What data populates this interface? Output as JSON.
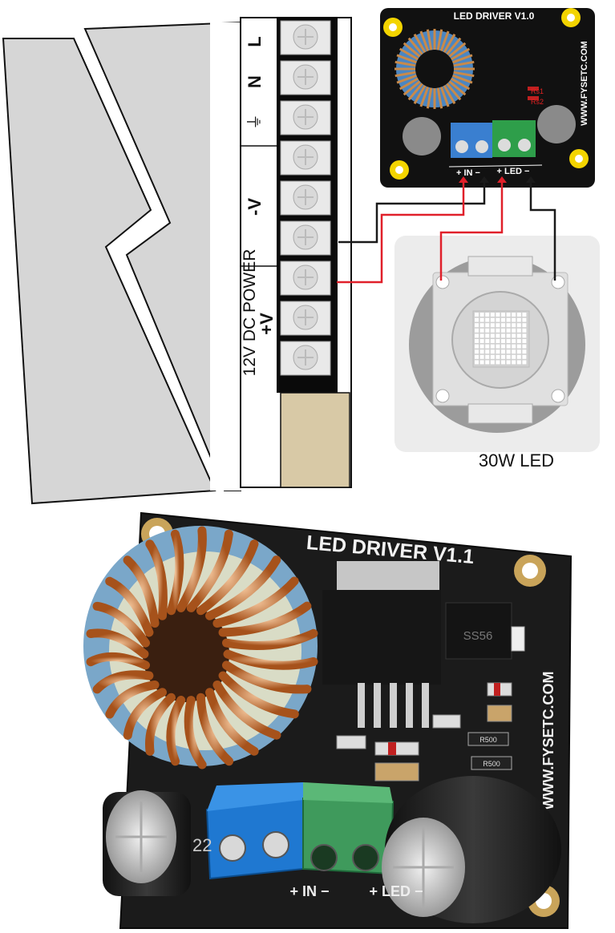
{
  "diagram": {
    "power_supply": {
      "title": "12V DC POWER",
      "terminal_labels": [
        "L",
        "N",
        "⏚",
        "-V",
        "+V"
      ]
    },
    "driver_board": {
      "title": "LED DRIVER V1.0",
      "website": "WWW.FYSETC.COM",
      "resistor_labels": [
        "Rs1",
        "Rs2"
      ],
      "input_label": "+ IN −",
      "output_label": "+ LED −"
    },
    "led": {
      "caption": "30W LED"
    },
    "wire_colors": {
      "positive": "#e0202a",
      "negative": "#1a1a1a"
    }
  },
  "photo": {
    "board_title": "LED DRIVER V1.1",
    "website": "WWW.FYSETC.COM",
    "resistor_labels": [
      "R500",
      "R500"
    ],
    "chip_label": "SS56",
    "input_label": "+ IN −",
    "output_label": "+ LED −",
    "capacitor_text": "22"
  }
}
